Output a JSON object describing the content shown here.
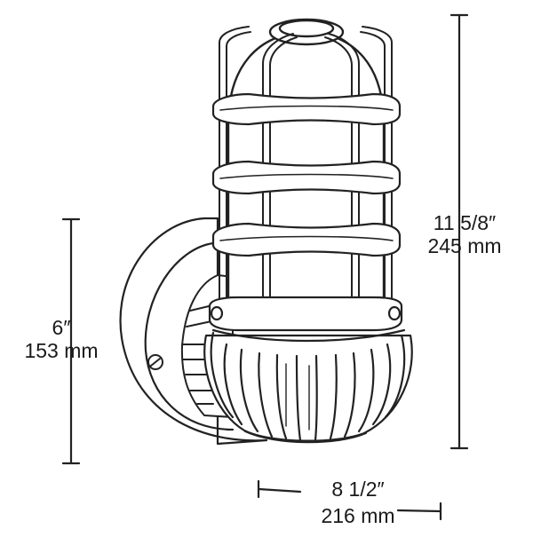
{
  "dimensions": {
    "height_overall": {
      "imperial": "11 5/8″",
      "metric": "245 mm"
    },
    "mount_height": {
      "imperial": "6″",
      "metric": "153 mm"
    },
    "projection": {
      "imperial": "8 1/2″",
      "metric": "216 mm"
    }
  },
  "colors": {
    "line": "#222222",
    "background": "#ffffff"
  },
  "icons": [
    "wall-sconce-drawing",
    "screw-icon"
  ]
}
